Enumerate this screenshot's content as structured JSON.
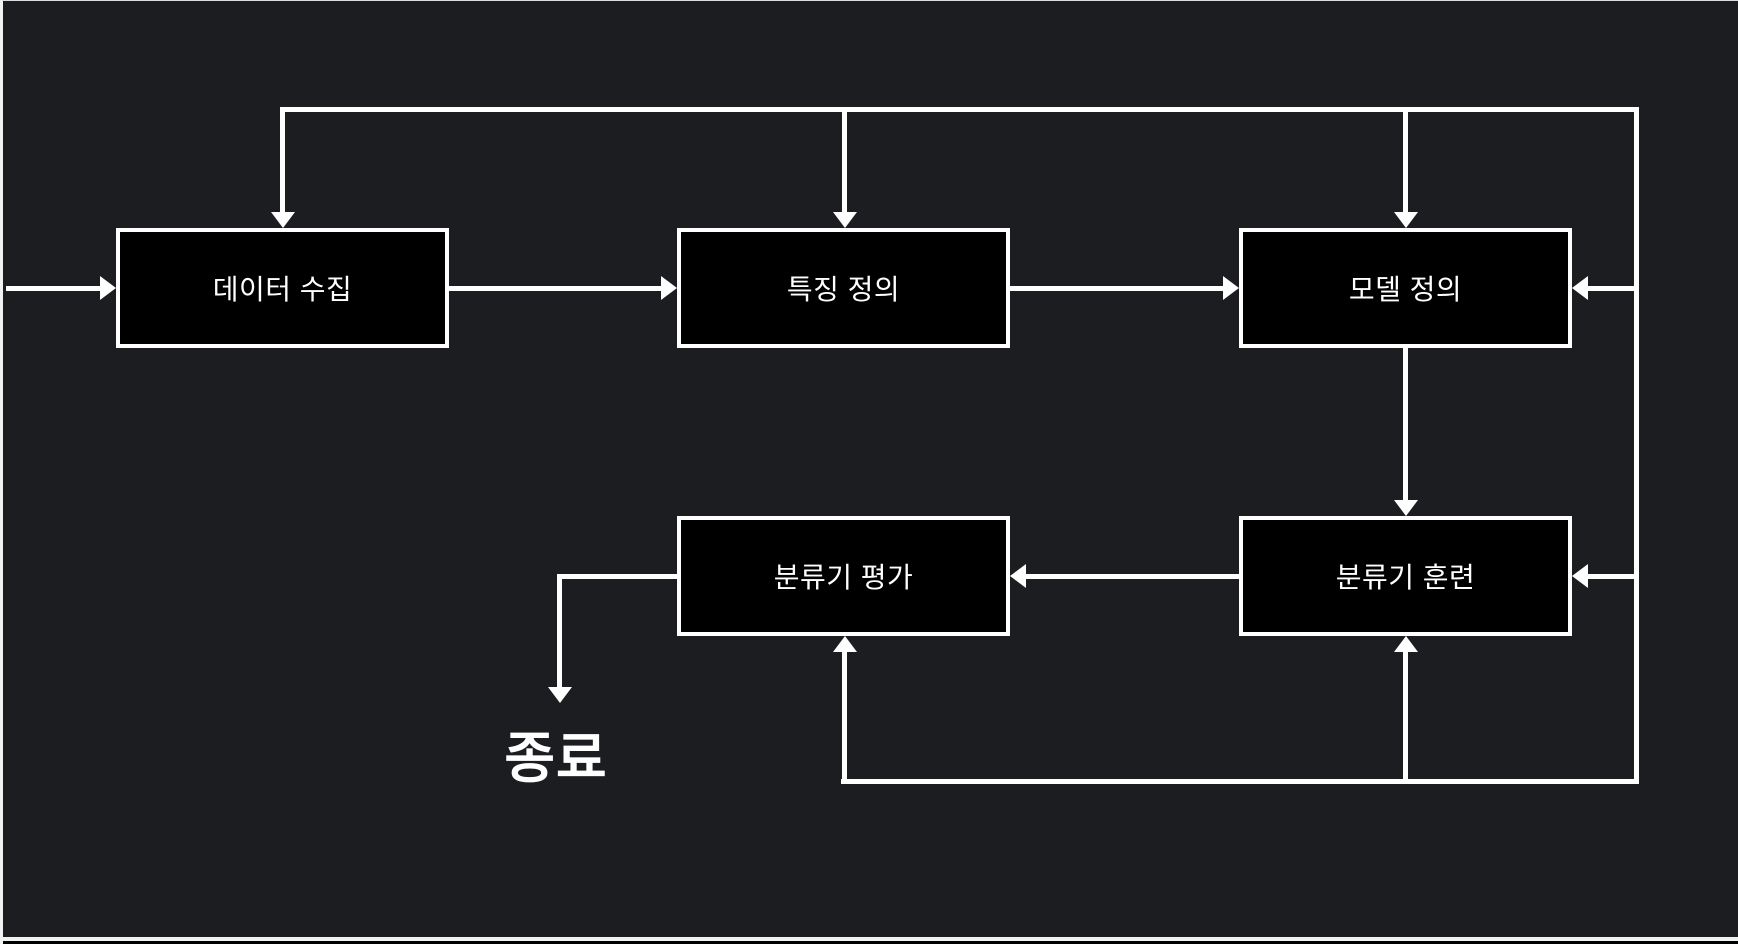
{
  "diagram": {
    "colors": {
      "background": "#1c1d21",
      "node_fill": "#000000",
      "node_border": "#ffffff",
      "edge": "#ffffff",
      "text": "#ffffff",
      "frame": "#f2f2f2"
    },
    "nodes": [
      {
        "id": "data-collection",
        "label": "데이터 수집"
      },
      {
        "id": "feature-definition",
        "label": "특징 정의"
      },
      {
        "id": "model-definition",
        "label": "모델 정의"
      },
      {
        "id": "classifier-evaluation",
        "label": "분류기 평가"
      },
      {
        "id": "classifier-training",
        "label": "분류기 훈련"
      }
    ],
    "terminal": {
      "label": "종료"
    },
    "edges": [
      {
        "from": "start-offscreen-left",
        "to": "data-collection"
      },
      {
        "from": "data-collection",
        "to": "feature-definition"
      },
      {
        "from": "feature-definition",
        "to": "model-definition"
      },
      {
        "from": "model-definition",
        "to": "classifier-training"
      },
      {
        "from": "classifier-training",
        "to": "classifier-evaluation"
      },
      {
        "from": "classifier-evaluation",
        "to": "terminal-end"
      },
      {
        "from": "feedback-bus",
        "to": "data-collection",
        "enters": "top"
      },
      {
        "from": "feedback-bus",
        "to": "feature-definition",
        "enters": "top"
      },
      {
        "from": "feedback-bus",
        "to": "model-definition",
        "enters": "top-and-right"
      },
      {
        "from": "feedback-bus",
        "to": "classifier-training",
        "enters": "right-and-bottom"
      },
      {
        "from": "feedback-bus",
        "to": "classifier-evaluation",
        "enters": "bottom"
      }
    ]
  }
}
